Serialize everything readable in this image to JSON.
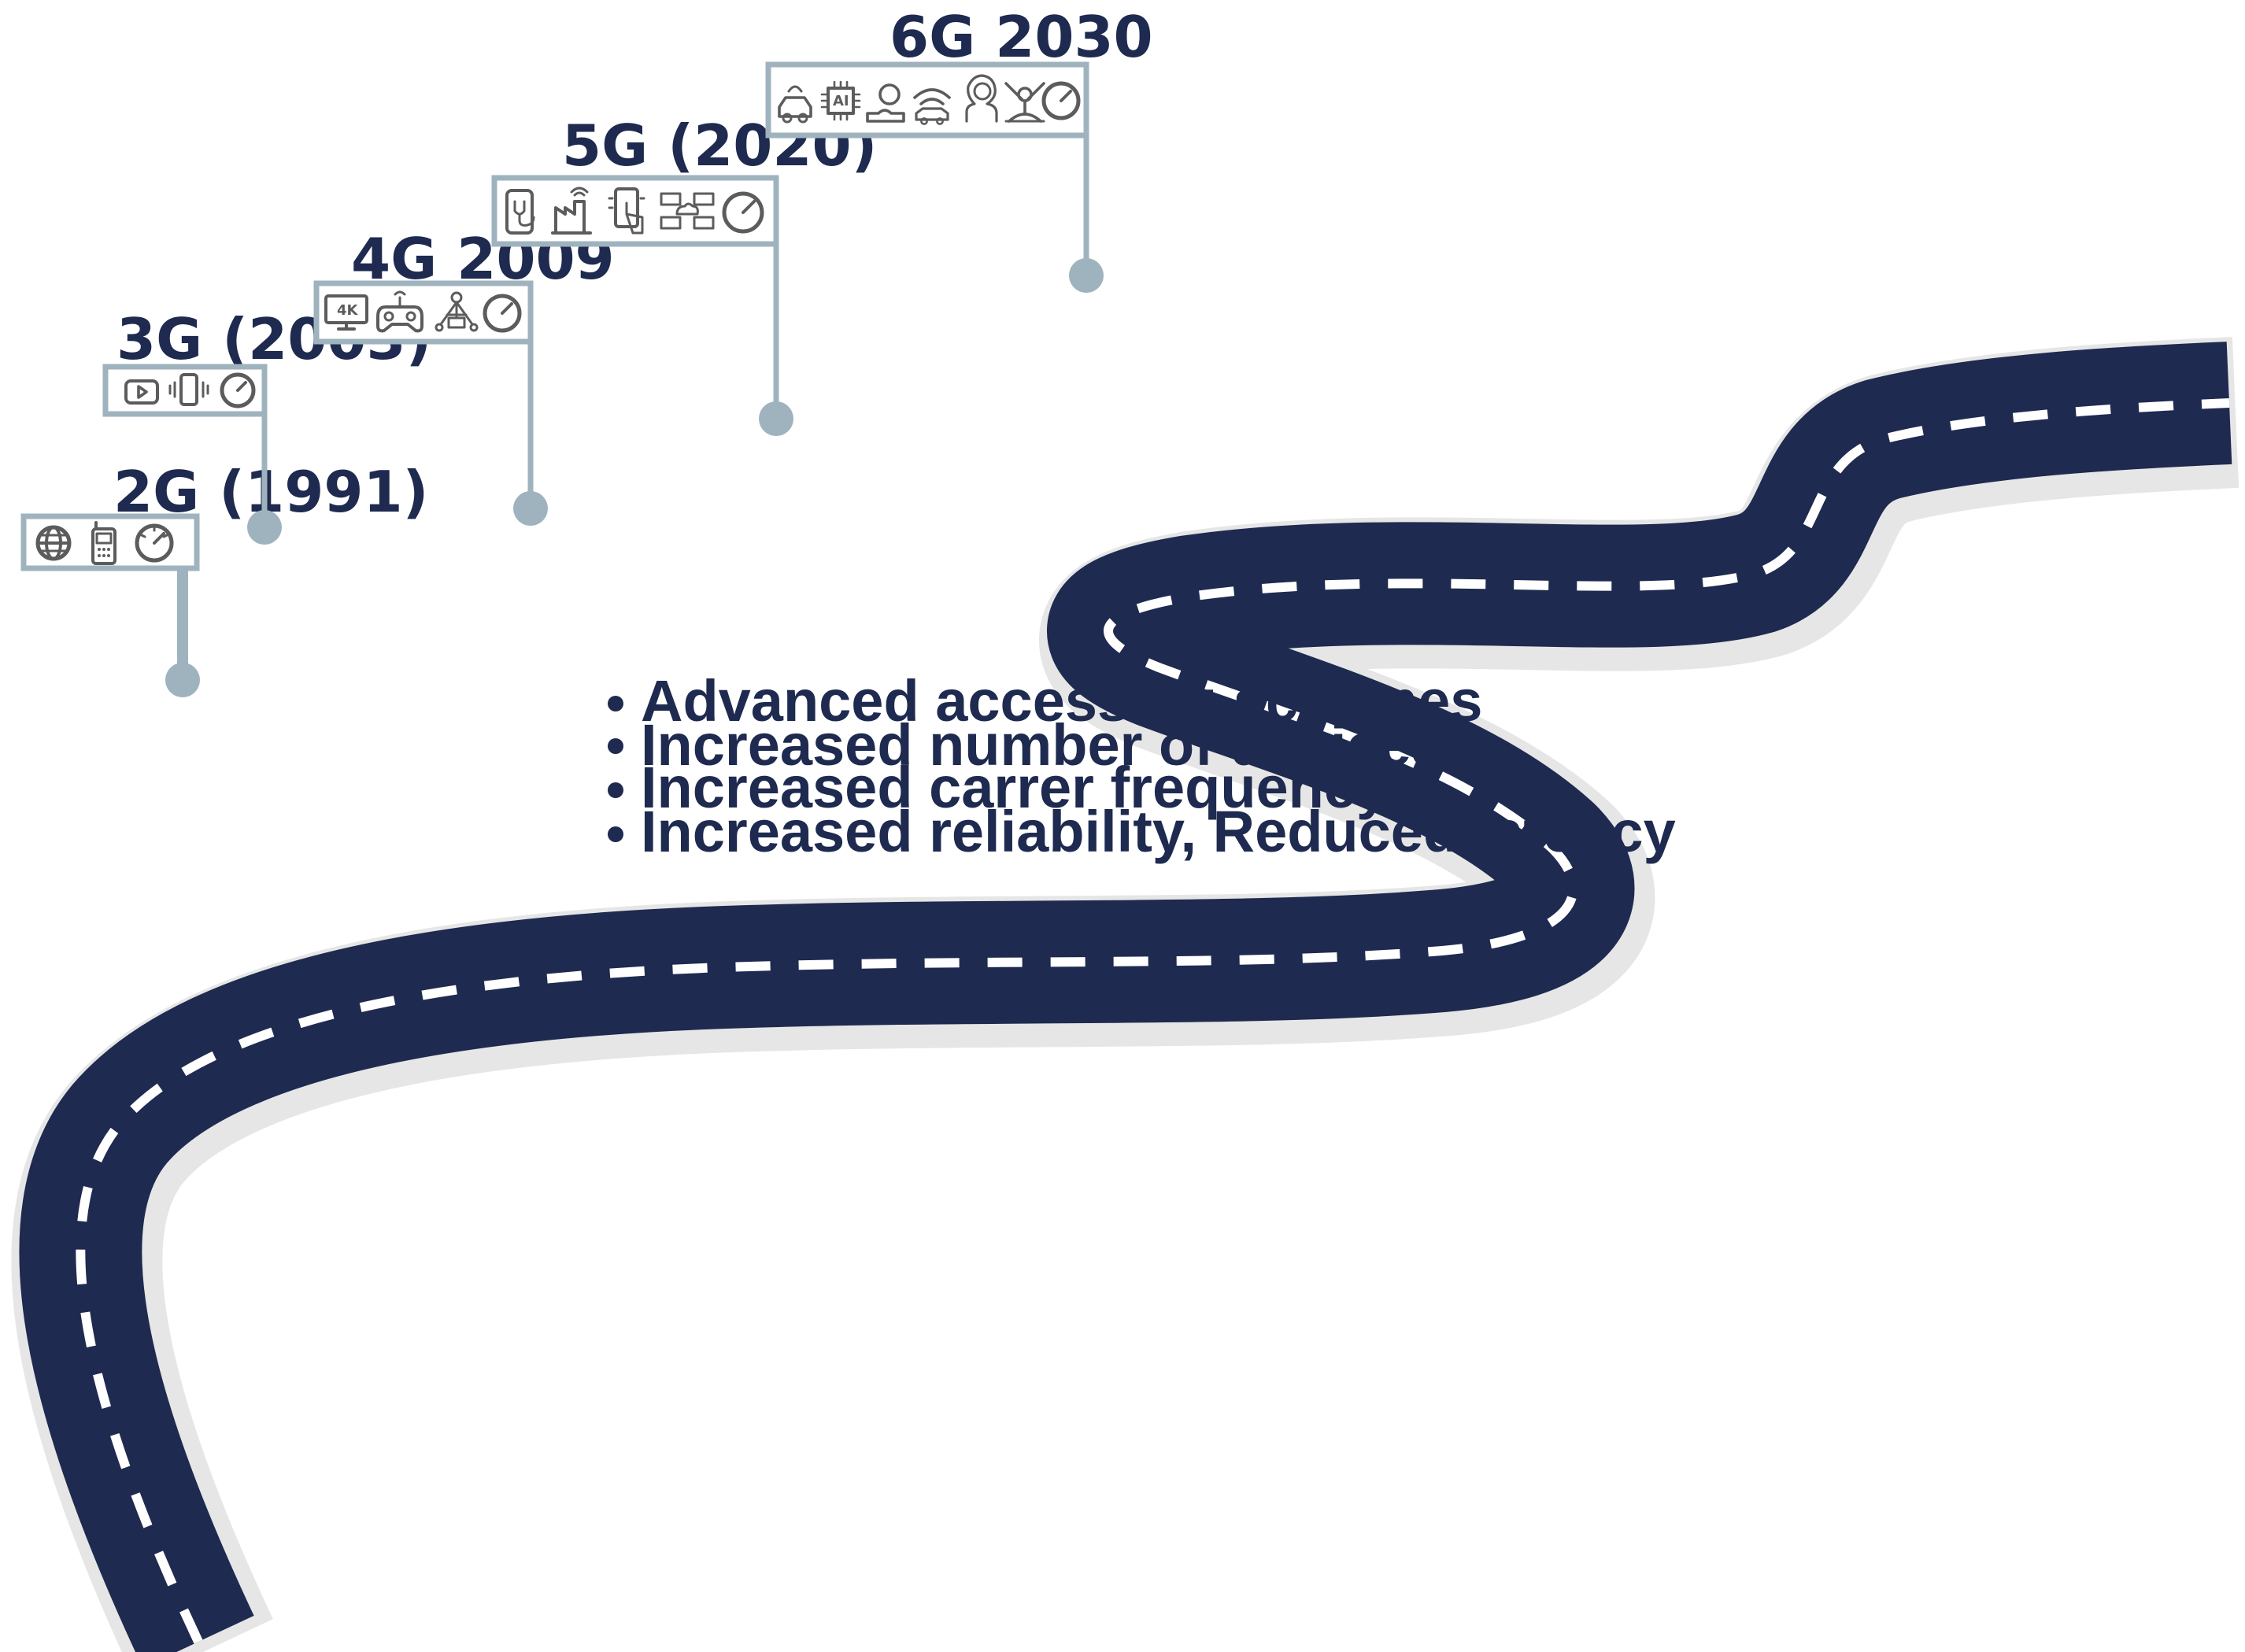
{
  "generations": [
    {
      "id": "2g",
      "title": "2G (1991)",
      "icons": [
        "globe-icon",
        "mobile-phone-icon",
        "speedometer-icon"
      ]
    },
    {
      "id": "3g",
      "title": "3G (2003)",
      "icons": [
        "video-play-icon",
        "vibrating-phone-icon",
        "speedometer-icon"
      ]
    },
    {
      "id": "4g",
      "title": "4G 2009",
      "icons": [
        "4k-monitor-icon",
        "game-controller-icon",
        "network-tree-icon",
        "speedometer-icon"
      ]
    },
    {
      "id": "5g",
      "title": "5G (2020)",
      "icons": [
        "telehealth-phone-icon",
        "smart-factory-icon",
        "touch-phone-icon",
        "cloud-servers-icon",
        "speedometer-icon"
      ]
    },
    {
      "id": "6g",
      "title": "6G 2030",
      "icons": [
        "connected-car-icon",
        "ai-chip-icon",
        "hand-coin-icon",
        "wireless-car-icon",
        "person-avatar-icon",
        "satellite-icon",
        "speedometer-icon"
      ]
    }
  ],
  "icon_labels": {
    "4k": "4K",
    "ai": "AI"
  },
  "bullets": [
    "Advanced accessing schemes",
    "Increased number of devices",
    "Increased carrer frequency",
    "Increased reliability, Reduced latency"
  ],
  "colors": {
    "road": "#1e2a4f",
    "road_shoulder": "#e6e6e6",
    "lane_marking": "#ffffff",
    "connector": "#9fb3bf",
    "text": "#1e2a4f"
  }
}
